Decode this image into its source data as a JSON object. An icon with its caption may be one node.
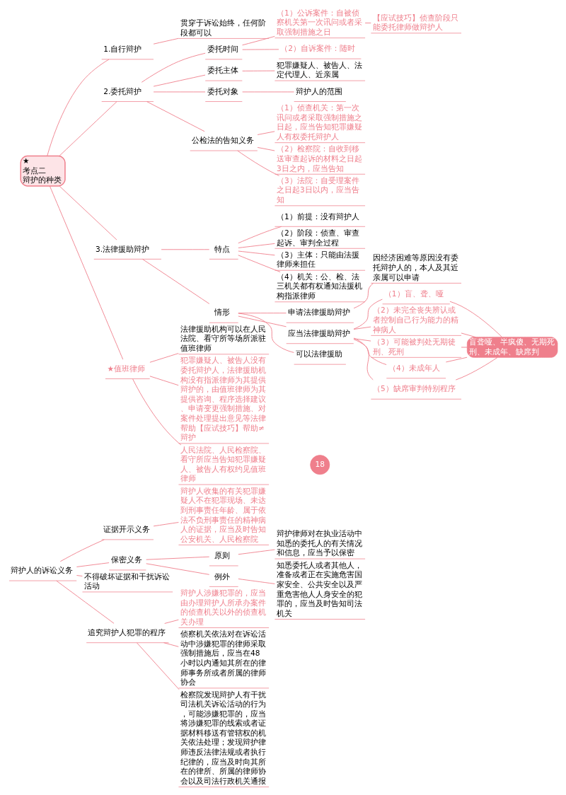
{
  "diagram": {
    "nodes": [
      {
        "text": [
          "辩护人的诉讼义务"
        ]
      },
      {
        "text": [
          "证据开示义务"
        ]
      },
      {
        "text": [
          "辩护人收集的有关犯罪嫌疑人不在犯罪现场、未达到刑事责任年龄、属于依法不负刑事责任的精神病人的证据，应当及时告知公安机关、人民检察院"
        ]
      },
      {
        "text": [
          "保密义务"
        ]
      },
      {
        "text": [
          "原则"
        ]
      },
      {
        "text": [
          "辩护律师对在执业活动中知悉的委托人的有关情况和信息，应当予以保密"
        ]
      },
      {
        "text": [
          "例外"
        ]
      },
      {
        "text": [
          "知悉委托人或者其他人，准备或者正在实施危害国家安全、公共安全以及严重危害他人人身安全的犯罪的，应当及时告知司法机关"
        ]
      },
      {
        "text": [
          "不得破坏证据和干扰诉讼活动"
        ]
      },
      {
        "text": [
          "追究辩护人犯罪的程序"
        ]
      },
      {
        "text": [
          "辩护人涉嫌犯罪的，应当由办理辩护人所承办案件的侦查机关以外的侦查机关办理"
        ]
      },
      {
        "text": [
          "侦察机关依法对在诉讼活动中涉嫌犯罪的律师采取强制措施后，应当在48小时以内通知其所在的律师事务所或者所属的律师协会"
        ]
      },
      {
        "text": [
          "检察院发现辩护人有干扰司法机关诉讼活动的行为，可能涉嫌犯罪的，应当将涉嫌犯罪的线索或者证据材料移送有管辖权的机关依法处理；发现辩护律师违反法律法规或者执行纪律的，应当及时向其所在的律所、所属的律师协会以及司法行政机关通报"
        ]
      },
      {
        "text": [
          "★",
          "考点二",
          "辩护的种类"
        ]
      },
      {
        "text": [
          "1.自行辩护"
        ]
      },
      {
        "text": [
          "贯穿于诉讼始终，任何阶段都可以"
        ]
      },
      {
        "text": [
          "2.委托辩护"
        ]
      },
      {
        "text": [
          "委托时间"
        ]
      },
      {
        "text": [
          "（1）公诉案件：自被侦察机关第一次讯问或者采取强制措施之日"
        ]
      },
      {
        "text": [
          "【应试技巧】侦查阶段只能委托律师做辩护人"
        ]
      },
      {
        "text": [
          "（2）自诉案件：随时"
        ]
      },
      {
        "text": [
          "委托主体"
        ]
      },
      {
        "text": [
          "犯罪嫌疑人、被告人、法定代理人、近亲属"
        ]
      },
      {
        "text": [
          "委托对象"
        ]
      },
      {
        "text": [
          "辩护人的范围"
        ]
      },
      {
        "text": [
          "公检法的告知义务"
        ]
      },
      {
        "text": [
          "（1）侦查机关：第一次讯问或者采取强制措施之日起，应当告知犯罪嫌疑人有权委托辩护人"
        ]
      },
      {
        "text": [
          "（2）检察院：自收到移送审查起诉的材料之日起3日之内，应当告知"
        ]
      },
      {
        "text": [
          "（3）法院：自受理案件之日起3日以内，应当告知"
        ]
      },
      {
        "text": [
          "3.法律援助辩护"
        ]
      },
      {
        "text": [
          "特点"
        ]
      },
      {
        "text": [
          "（1）前提：没有辩护人"
        ]
      },
      {
        "text": [
          "（2）阶段：侦查、审查起诉、审判全过程"
        ]
      },
      {
        "text": [
          "（3）主体：只能由法援律师来担任"
        ]
      },
      {
        "text": [
          "（4）机关：公、检、法三机关都有权通知法援机构指派律师"
        ]
      },
      {
        "text": [
          "情形"
        ]
      },
      {
        "text": [
          "申请法律援助辩护"
        ]
      },
      {
        "text": [
          "因经济困难等原因没有委托辩护人的，本人及其近亲属可以申请"
        ]
      },
      {
        "text": [
          "应当法律援助辩护"
        ]
      },
      {
        "text": [
          "（1）盲、聋、哑"
        ]
      },
      {
        "text": [
          "（2）未完全丧失辨认或者控制自己行为能力的精神病人"
        ]
      },
      {
        "text": [
          "（3）可能被判处无期徒刑、死刑"
        ]
      },
      {
        "text": [
          "（4）未成年人"
        ]
      },
      {
        "text": [
          "（5）缺席审判特别程序"
        ]
      },
      {
        "text": [
          "盲聋哑、半疯傻、无期死刑、未成年、缺席判"
        ]
      },
      {
        "text": [
          "可以法律援助"
        ]
      },
      {
        "text": [
          "★值班律师"
        ]
      },
      {
        "text": [
          "法律援助机构可以在人民法院、看守所等场所派驻值班律师"
        ]
      },
      {
        "text": [
          "犯罪嫌疑人、被告人没有委托辩护人，法律援助机构没有指派律师为其提供辩护的，由值班律师为其提供咨询、程序选择建议、申请变更强制措施、对案件处理提出意见等法律帮助【应试技巧】帮助≠辩护"
        ]
      },
      {
        "text": [
          "人民法院、人民检察院、看守所应当告知犯罪嫌疑人、被告人有权约见值班律师"
        ]
      }
    ],
    "edges": [
      {
        "from": 0,
        "to": 1,
        "arrow": "none"
      },
      {
        "from": 1,
        "to": 2,
        "arrow": "none"
      },
      {
        "from": 0,
        "to": 3,
        "arrow": "none"
      },
      {
        "from": 3,
        "to": 4,
        "arrow": "none"
      },
      {
        "from": 4,
        "to": 5,
        "arrow": "none"
      },
      {
        "from": 3,
        "to": 6,
        "arrow": "none"
      },
      {
        "from": 6,
        "to": 7,
        "arrow": "none"
      },
      {
        "from": 0,
        "to": 8,
        "arrow": "none"
      },
      {
        "from": 0,
        "to": 9,
        "arrow": "none"
      },
      {
        "from": 9,
        "to": 10,
        "arrow": "none"
      },
      {
        "from": 9,
        "to": 11,
        "arrow": "none"
      },
      {
        "from": 9,
        "to": 12,
        "arrow": "none"
      },
      {
        "from": 13,
        "to": 14,
        "arrow": "none"
      },
      {
        "from": 14,
        "to": 15,
        "arrow": "none"
      },
      {
        "from": 13,
        "to": 16,
        "arrow": "none"
      },
      {
        "from": 16,
        "to": 17,
        "arrow": "none"
      },
      {
        "from": 17,
        "to": 18,
        "arrow": "none"
      },
      {
        "from": 18,
        "to": 19,
        "arrow": "none"
      },
      {
        "from": 17,
        "to": 20,
        "arrow": "none"
      },
      {
        "from": 16,
        "to": 21,
        "arrow": "none"
      },
      {
        "from": 21,
        "to": 22,
        "arrow": "none"
      },
      {
        "from": 16,
        "to": 23,
        "arrow": "none"
      },
      {
        "from": 23,
        "to": 24,
        "arrow": "none"
      },
      {
        "from": 16,
        "to": 25,
        "arrow": "none"
      },
      {
        "from": 25,
        "to": 26,
        "arrow": "none"
      },
      {
        "from": 25,
        "to": 27,
        "arrow": "none"
      },
      {
        "from": 25,
        "to": 28,
        "arrow": "none"
      },
      {
        "from": 13,
        "to": 29,
        "arrow": "none"
      },
      {
        "from": 29,
        "to": 30,
        "arrow": "none"
      },
      {
        "from": 30,
        "to": 31,
        "arrow": "none"
      },
      {
        "from": 30,
        "to": 32,
        "arrow": "none"
      },
      {
        "from": 30,
        "to": 33,
        "arrow": "none"
      },
      {
        "from": 30,
        "to": 34,
        "arrow": "none"
      },
      {
        "from": 29,
        "to": 35,
        "arrow": "none"
      },
      {
        "from": 35,
        "to": 36,
        "arrow": "none"
      },
      {
        "from": 36,
        "to": 37,
        "arrow": "none"
      },
      {
        "from": 35,
        "to": 38,
        "arrow": "none"
      },
      {
        "from": 38,
        "to": 39,
        "arrow": "none"
      },
      {
        "from": 38,
        "to": 40,
        "arrow": "none"
      },
      {
        "from": 38,
        "to": 41,
        "arrow": "none"
      },
      {
        "from": 38,
        "to": 42,
        "arrow": "none"
      },
      {
        "from": 38,
        "to": 43,
        "arrow": "none"
      },
      {
        "from": 39,
        "to": 44,
        "arrow": "none"
      },
      {
        "from": 40,
        "to": 44,
        "arrow": "none"
      },
      {
        "from": 41,
        "to": 44,
        "arrow": "none"
      },
      {
        "from": 42,
        "to": 44,
        "arrow": "none"
      },
      {
        "from": 43,
        "to": 44,
        "arrow": "none"
      },
      {
        "from": 35,
        "to": 45,
        "arrow": "none"
      },
      {
        "from": 13,
        "to": 46,
        "arrow": "none"
      },
      {
        "from": 46,
        "to": 47,
        "arrow": "none"
      },
      {
        "from": 46,
        "to": 48,
        "arrow": "none"
      },
      {
        "from": 46,
        "to": 49,
        "arrow": "none"
      }
    ],
    "labels": [
      "18"
    ]
  }
}
